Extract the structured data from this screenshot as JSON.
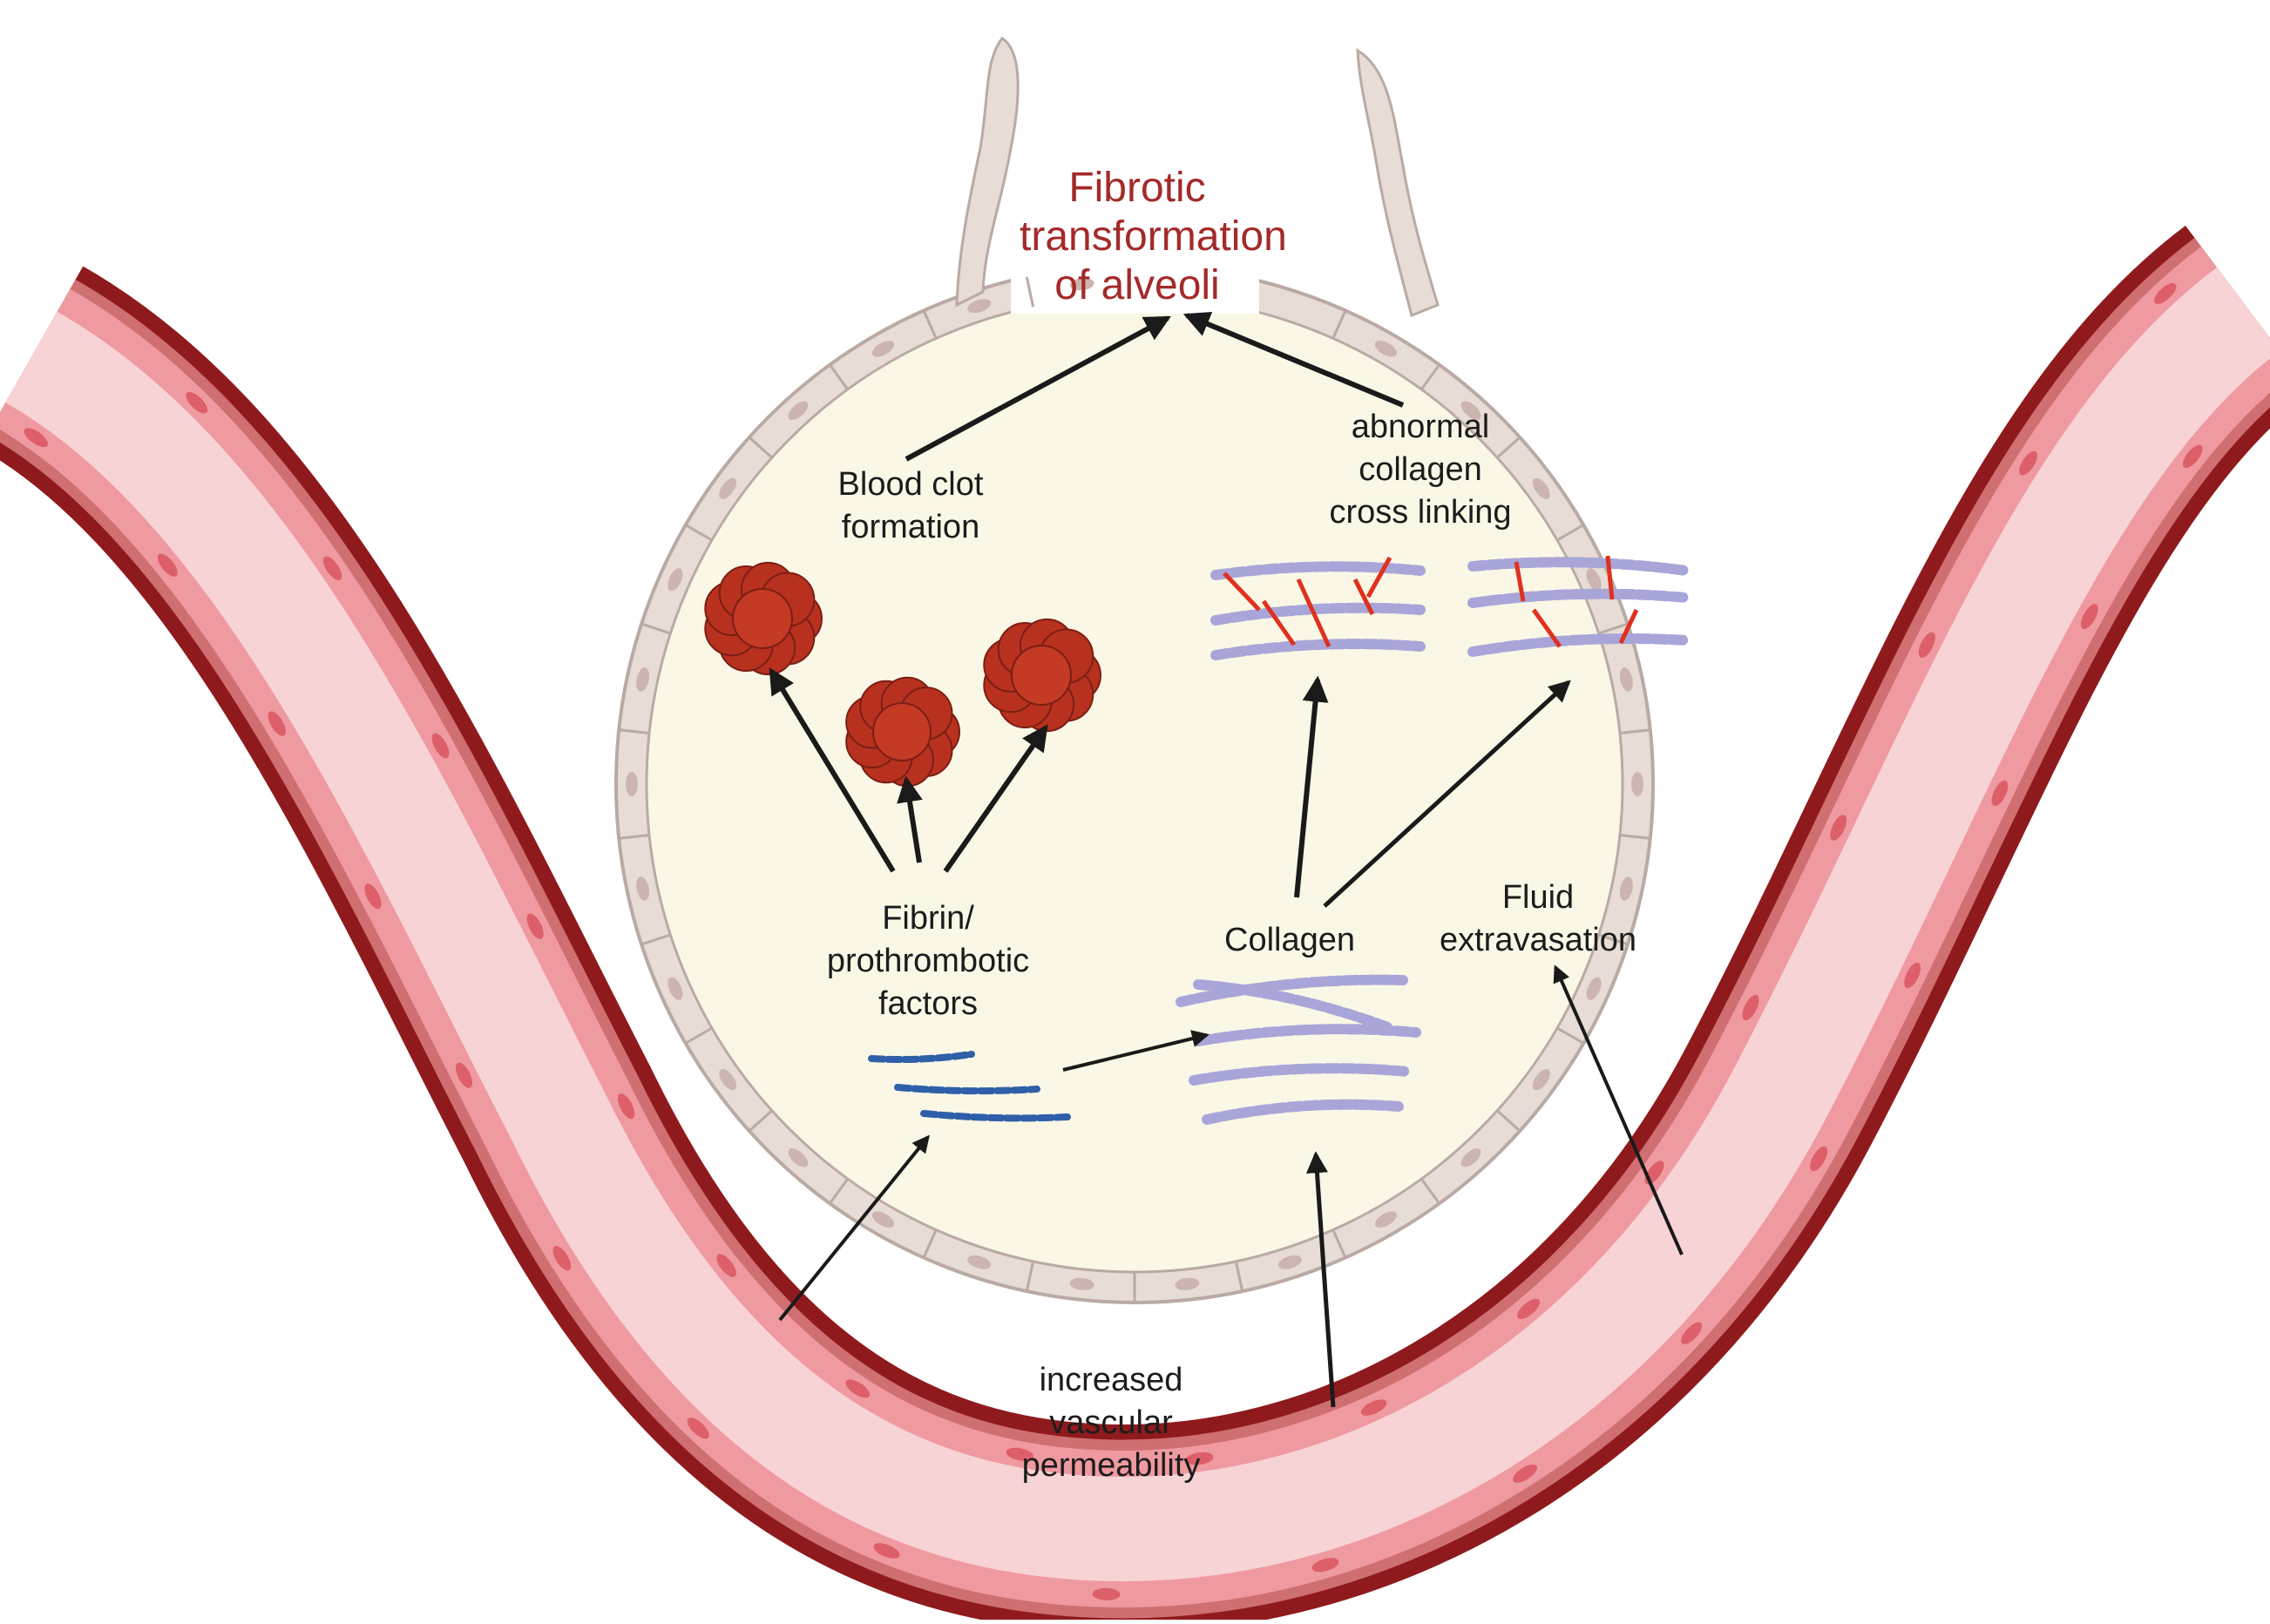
{
  "colors": {
    "vessel_outer": "#8f1a1d",
    "vessel_mid": "#cf6f72",
    "vessel_lumen": "#f8d3d6",
    "endothelial_cell": "#ef9aa0",
    "cell_nucleus": "#dd5f69",
    "alveolus_fill": "#fbf7e6",
    "alveolar_cell": "#e7dcd6",
    "alveolar_nucleus": "#cdb5af",
    "clot": "#b8311f",
    "collagen_fiber": "#a8a6d8",
    "crosslink": "#e0301e",
    "fibrin": "#2f5fa8",
    "title_color": "#a42a2a",
    "arrow": "#1a1a1a"
  },
  "labels": {
    "title": [
      "Fibrotic",
      "transformation",
      "of alveoli"
    ],
    "blood_clot": [
      "Blood clot",
      "formation"
    ],
    "abnormal_collagen": [
      "abnormal",
      "collagen",
      "cross linking"
    ],
    "fibrin": [
      "Fibrin/",
      "prothrombotic",
      "factors"
    ],
    "collagen": [
      "Collagen"
    ],
    "fluid": [
      "Fluid",
      "extravasation"
    ],
    "permeability": [
      "increased",
      "vascular",
      "permeability"
    ]
  }
}
